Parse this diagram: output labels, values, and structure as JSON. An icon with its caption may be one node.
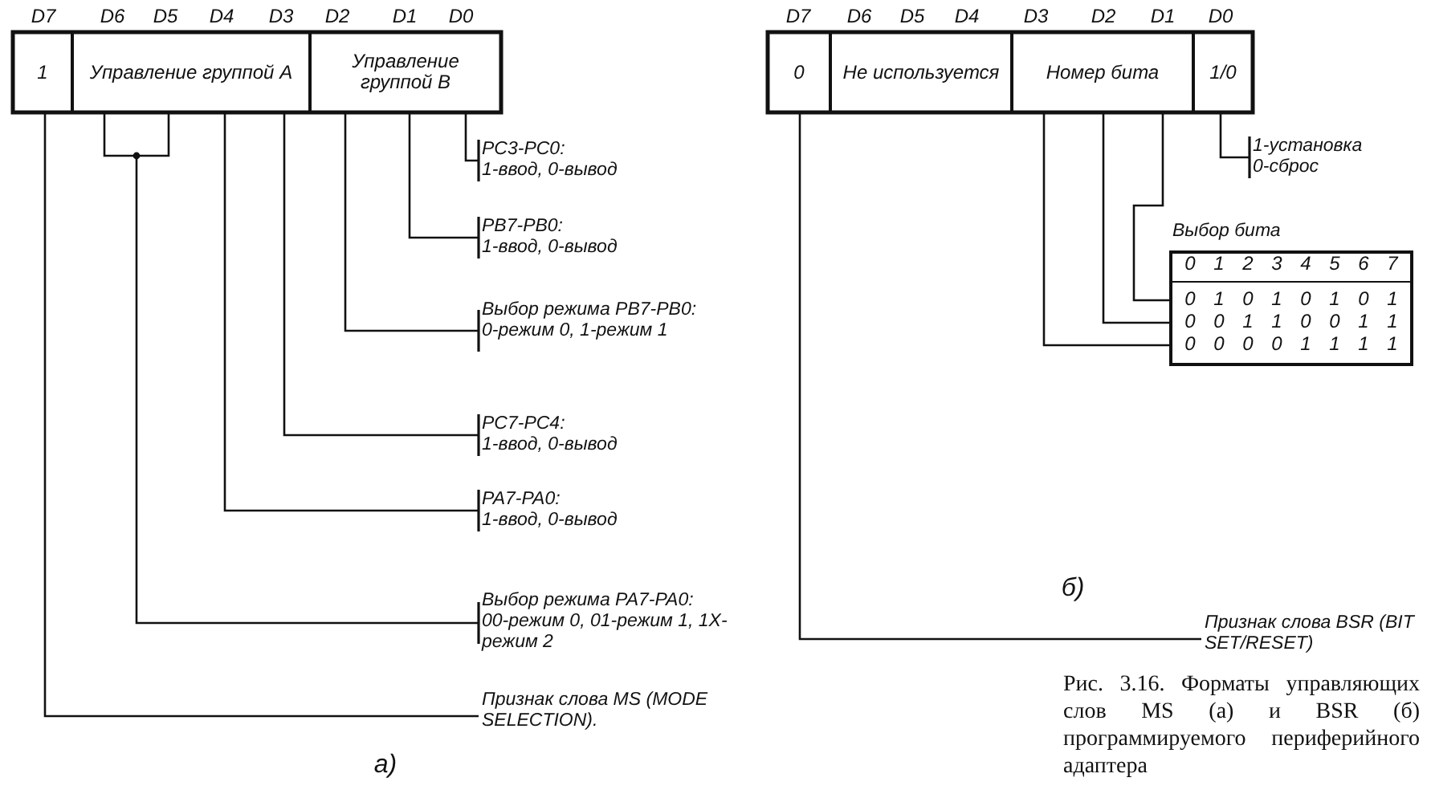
{
  "diagram": {
    "caption": "Рис. 3.16. Форматы управляющих слов MS (а) и BSR (б) программируемого периферийного адаптера",
    "nodes": [
      {
        "text": [
          "1"
        ]
      },
      {
        "text": [
          "Управление группой A"
        ]
      },
      {
        "text": [
          "Управление группой B"
        ]
      },
      {
        "text": [
          "PC3-PC0:",
          "1-ввод, 0-вывод"
        ]
      },
      {
        "text": [
          "PB7-PB0:",
          "1-ввод, 0-вывод"
        ]
      },
      {
        "text": [
          "Выбор режима PB7-PB0:",
          "0-режим 0, 1-режим 1"
        ]
      },
      {
        "text": [
          "PC7-PC4:",
          "1-ввод, 0-вывод"
        ]
      },
      {
        "text": [
          "PA7-PA0:",
          "1-ввод, 0-вывод"
        ]
      },
      {
        "text": [
          "Выбор режима PA7-PA0:",
          "00-режим 0, 01-режим 1, 1X-режим 2"
        ]
      },
      {
        "text": [
          "Признак слова MS (MODE SELECTION)."
        ]
      },
      {
        "text": [
          "0"
        ]
      },
      {
        "text": [
          "Не используется"
        ]
      },
      {
        "text": [
          "Номер бита"
        ]
      },
      {
        "text": [
          "1/0"
        ]
      },
      {
        "text": [
          "1-установка",
          "0-сброс"
        ]
      },
      {
        "text": [
          "Выбор бита"
        ]
      },
      {
        "text": [
          "Признак слова BSR (BIT SET/RESET)"
        ]
      }
    ],
    "edges": [
      {
        "from": 2,
        "to": 3,
        "arrow": "other"
      },
      {
        "from": 2,
        "to": 4,
        "arrow": "other"
      },
      {
        "from": 2,
        "to": 5,
        "arrow": "other"
      },
      {
        "from": 1,
        "to": 6,
        "arrow": "other"
      },
      {
        "from": 1,
        "to": 7,
        "arrow": "other"
      },
      {
        "from": 1,
        "to": 8,
        "arrow": "other"
      },
      {
        "from": 0,
        "to": 9,
        "arrow": "none"
      },
      {
        "from": 13,
        "to": 14,
        "arrow": "other"
      },
      {
        "from": 12,
        "to": 15,
        "arrow": "none"
      },
      {
        "from": 12,
        "to": 15,
        "arrow": "none"
      },
      {
        "from": 12,
        "to": 15,
        "arrow": "none"
      },
      {
        "from": 10,
        "to": 16,
        "arrow": "none"
      }
    ],
    "labels": [
      "D7",
      "D6",
      "D5",
      "D4",
      "D3",
      "D2",
      "D1",
      "D0",
      "D7",
      "D6",
      "D5",
      "D4",
      "D3",
      "D2",
      "D1",
      "D0",
      "0",
      "1",
      "2",
      "3",
      "4",
      "5",
      "6",
      "7",
      "0",
      "1",
      "0",
      "1",
      "0",
      "1",
      "0",
      "1",
      "0",
      "0",
      "1",
      "1",
      "0",
      "0",
      "1",
      "1",
      "0",
      "0",
      "0",
      "0",
      "1",
      "1",
      "1",
      "1",
      "а)",
      "б)"
    ]
  }
}
